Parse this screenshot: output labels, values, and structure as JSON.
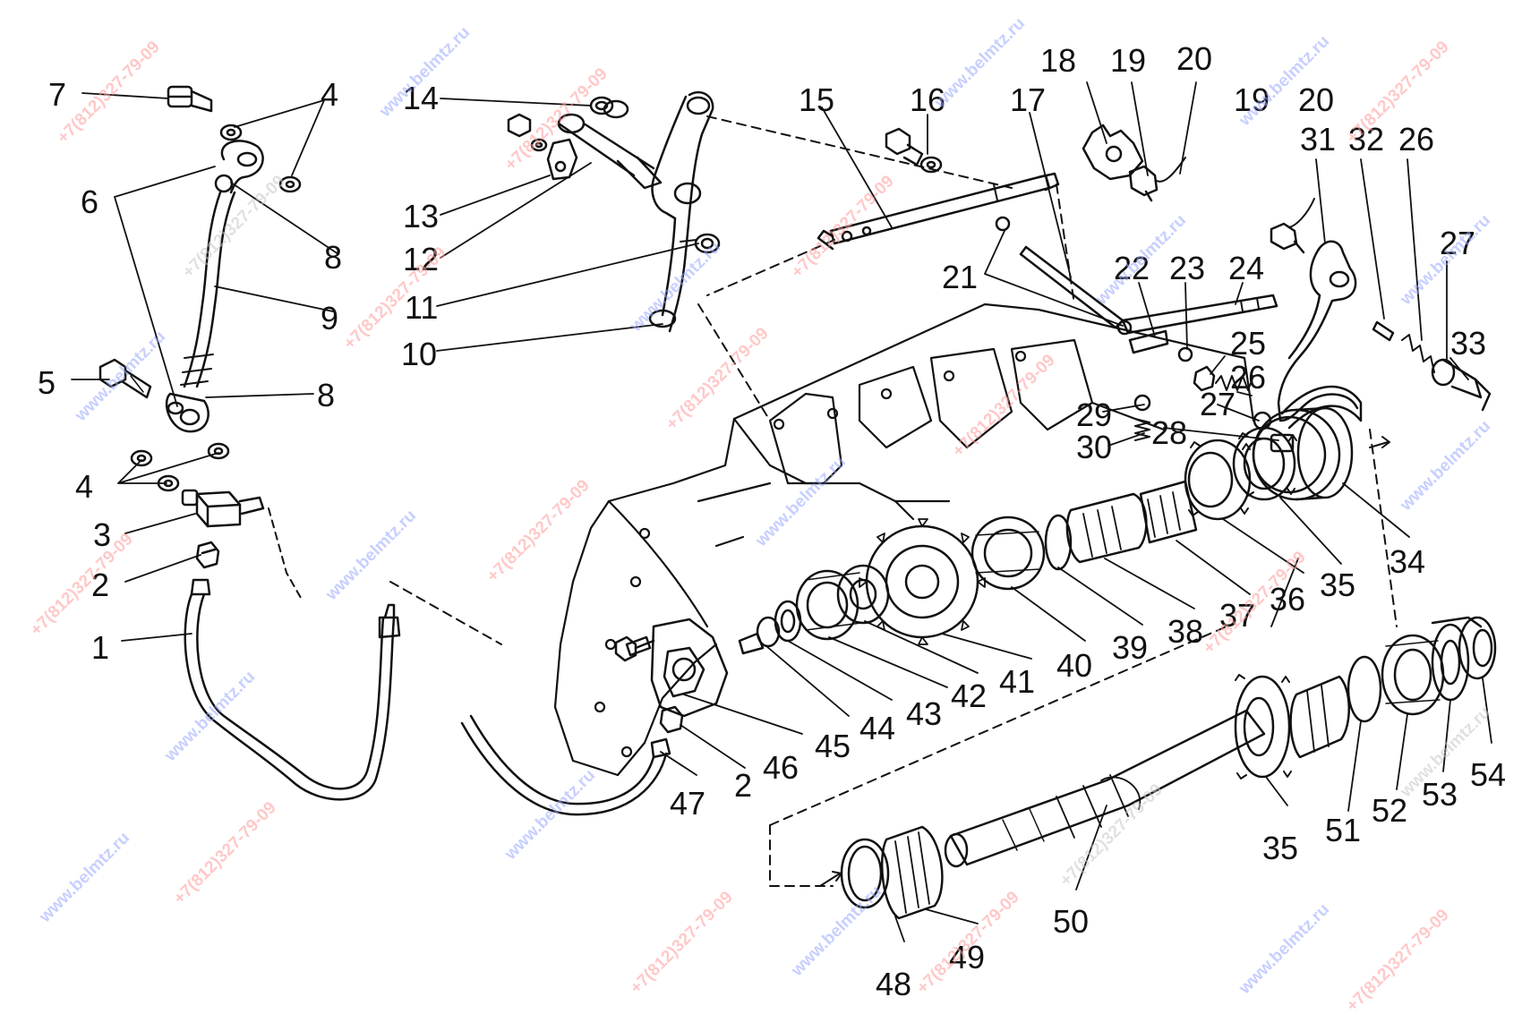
{
  "watermark": {
    "site": "www.belmtz.ru",
    "phone": "+7(812)327-79-09",
    "colors": {
      "blue": "#9aa8ff",
      "red": "#ff9c9c",
      "grey": "#c8c8c8"
    }
  },
  "callouts": [
    "1",
    "2",
    "3",
    "4",
    "5",
    "6",
    "7",
    "8",
    "9",
    "10",
    "11",
    "12",
    "13",
    "14",
    "15",
    "16",
    "17",
    "18",
    "19",
    "20",
    "21",
    "22",
    "23",
    "24",
    "25",
    "26",
    "27",
    "28",
    "29",
    "30",
    "31",
    "32",
    "33",
    "34",
    "35",
    "36",
    "37",
    "38",
    "39",
    "40",
    "41",
    "42",
    "43",
    "44",
    "45",
    "46",
    "47",
    "48",
    "49",
    "50",
    "51",
    "52",
    "53",
    "54"
  ],
  "colors": {
    "ink": "#111111",
    "paper": "#ffffff"
  }
}
